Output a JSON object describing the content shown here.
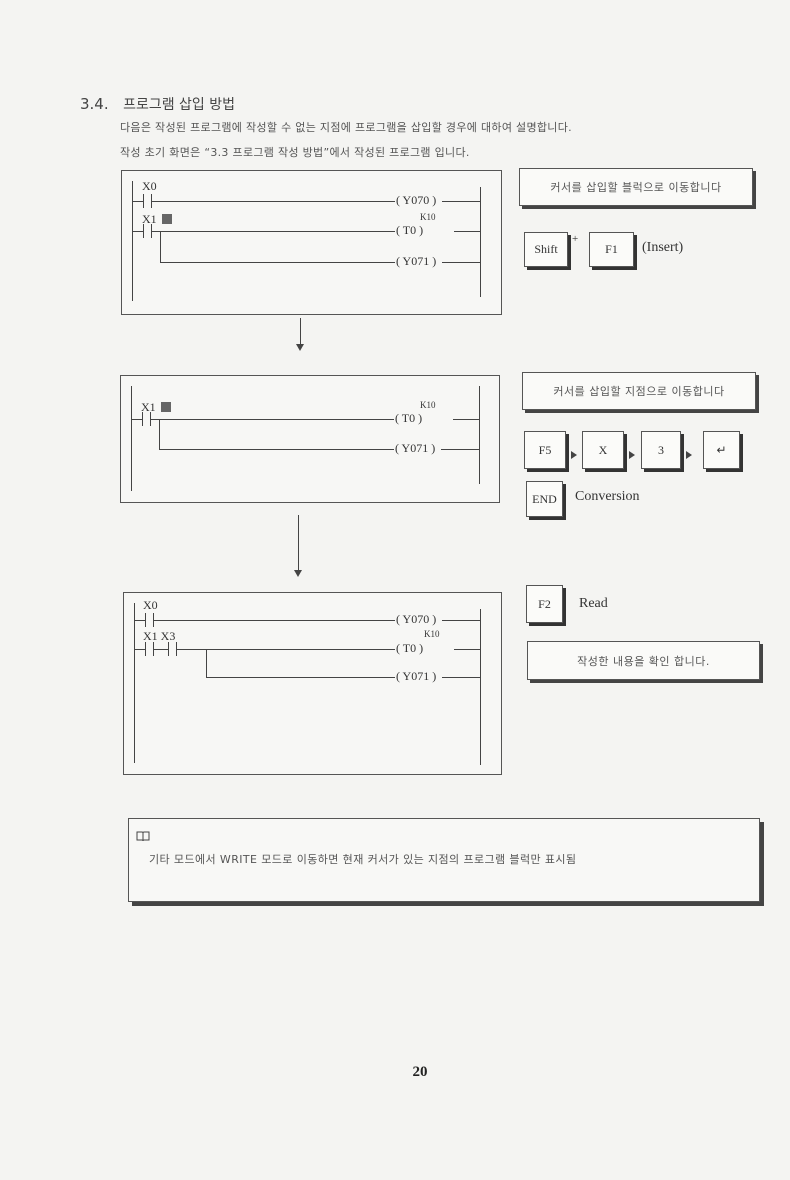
{
  "section": {
    "number": "3.4.",
    "title": "프로그램 삽입 방법",
    "intro_line1": "다음은 작성된 프로그램에 작성할 수 없는 지점에 프로그램을 삽입할 경우에 대하여 설명합니다.",
    "intro_line2": "작성 초기 화면은 “3.3 프로그램 작성 방법”에서 작성된 프로그램 입니다."
  },
  "step1": {
    "contacts": [
      "X0",
      "X1"
    ],
    "coils": [
      "( Y070 )",
      "( T0      )",
      "( Y071 )"
    ],
    "timer_const": "K10",
    "note": "커서를 삽입할 블럭으로 이동합니다",
    "keys": [
      "Shift",
      "F1"
    ],
    "plus": "+",
    "key_caption": "(Insert)"
  },
  "step2": {
    "contacts": [
      "X1"
    ],
    "coils": [
      "( T0      )",
      "( Y071 )"
    ],
    "timer_const": "K10",
    "note": "커서를 삽입할 지점으로 이동합니다",
    "keys": [
      "F5",
      "X",
      "3",
      "↵",
      "END"
    ],
    "end_caption": "Conversion"
  },
  "step3": {
    "contacts": [
      "X0",
      "X1 X3"
    ],
    "coils": [
      "( Y070 )",
      "( T0      )",
      "( Y071 )"
    ],
    "timer_const": "K10",
    "keys": [
      "F2"
    ],
    "key_caption": "Read",
    "note": "작성한 내용을 확인 합니다."
  },
  "info": {
    "icon": "book-icon",
    "text": "기타 모드에서 WRITE 모드로 이동하면 현재 커서가 있는 지점의 프로그램 블럭만 표시됨"
  },
  "page_number": "20"
}
